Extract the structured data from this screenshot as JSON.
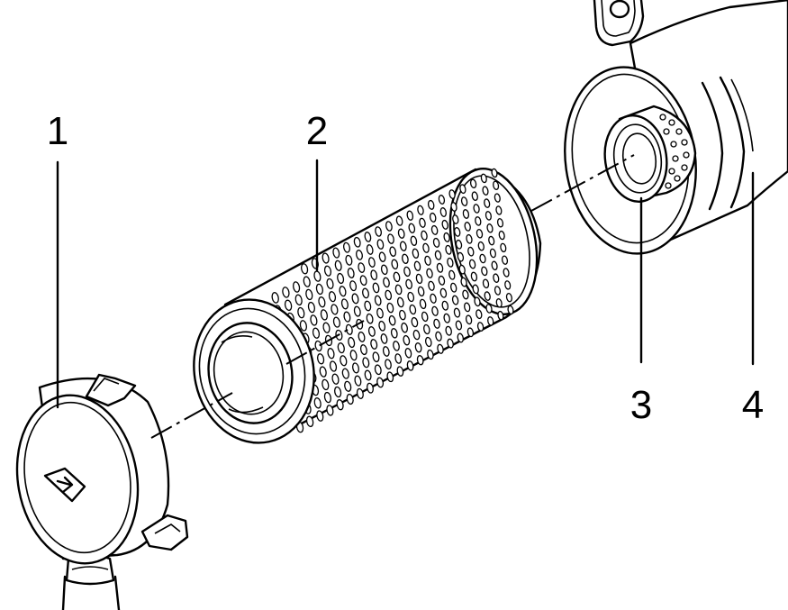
{
  "diagram": {
    "callouts": [
      {
        "id": "1",
        "label": "1"
      },
      {
        "id": "2",
        "label": "2"
      },
      {
        "id": "3",
        "label": "3"
      },
      {
        "id": "4",
        "label": "4"
      }
    ],
    "colors": {
      "line": "#000000",
      "fill": "#ffffff",
      "background": "#ffffff"
    }
  }
}
